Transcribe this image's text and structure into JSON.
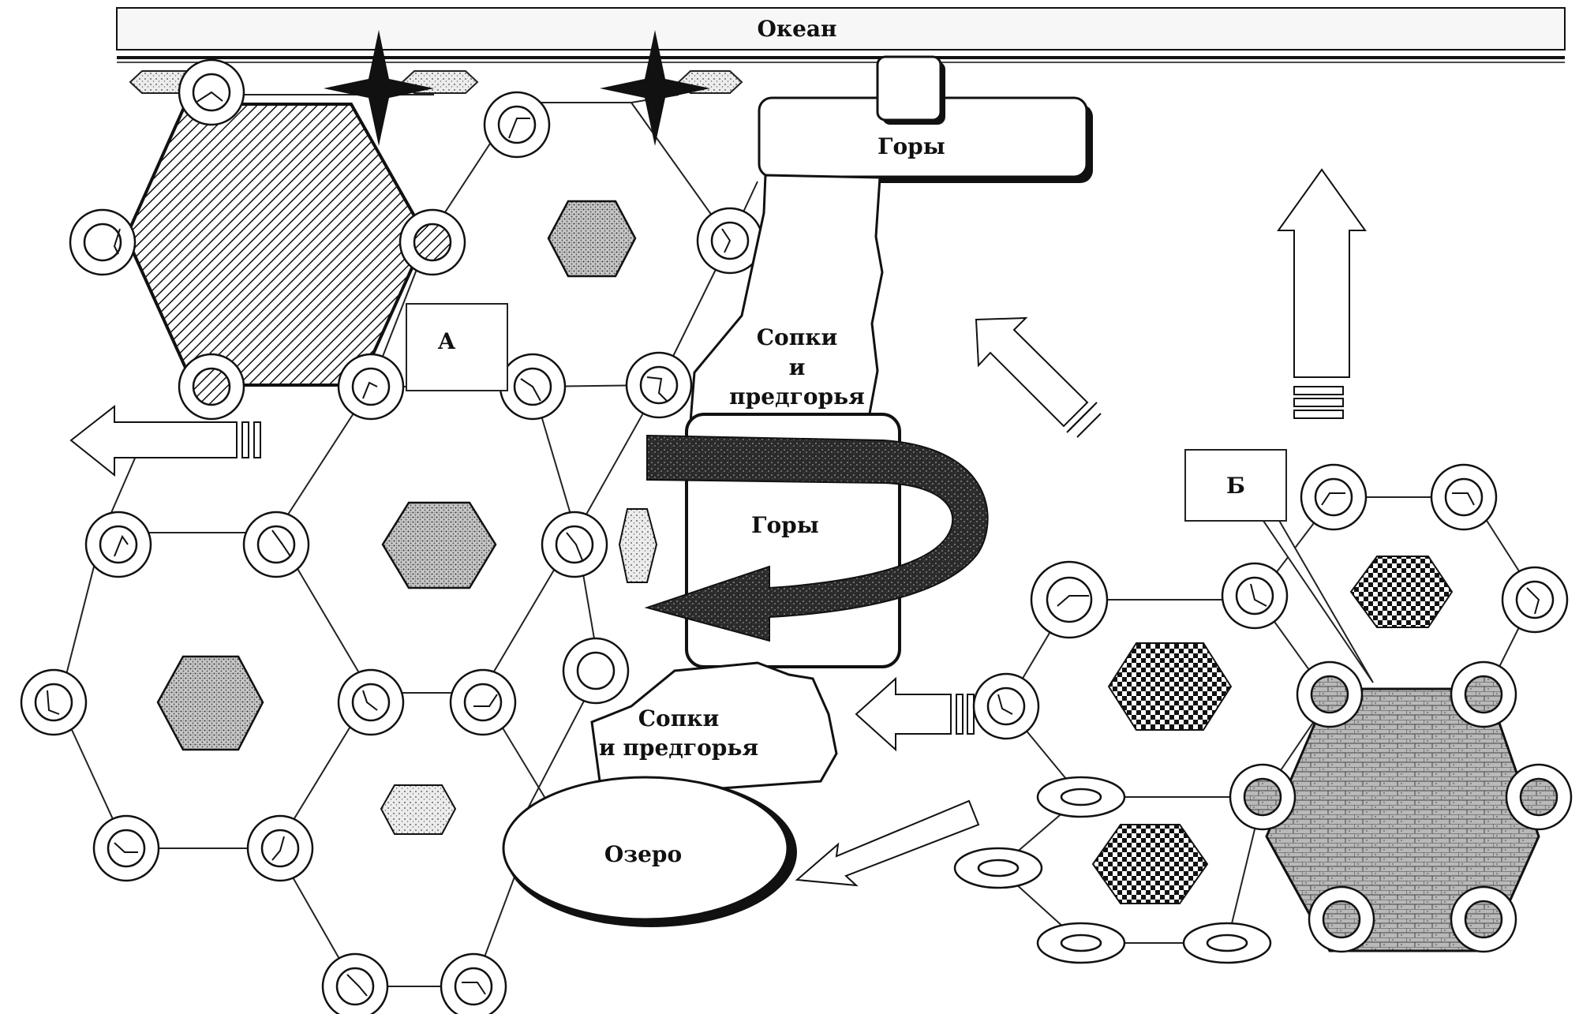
{
  "labels": {
    "ocean": "Океан",
    "mountains_top": "Горы",
    "hills_upper_1": "Сопки",
    "hills_upper_2": "и",
    "hills_upper_3": "предгорья",
    "mountains_mid": "Горы",
    "hills_lower_1": "Сопки",
    "hills_lower_2": "и предгорья",
    "lake": "Озеро",
    "callout_a": "А",
    "callout_b": "Б"
  },
  "colors": {
    "ink": "#111111",
    "paper": "#ffffff",
    "banner": "#f7f7f7"
  }
}
